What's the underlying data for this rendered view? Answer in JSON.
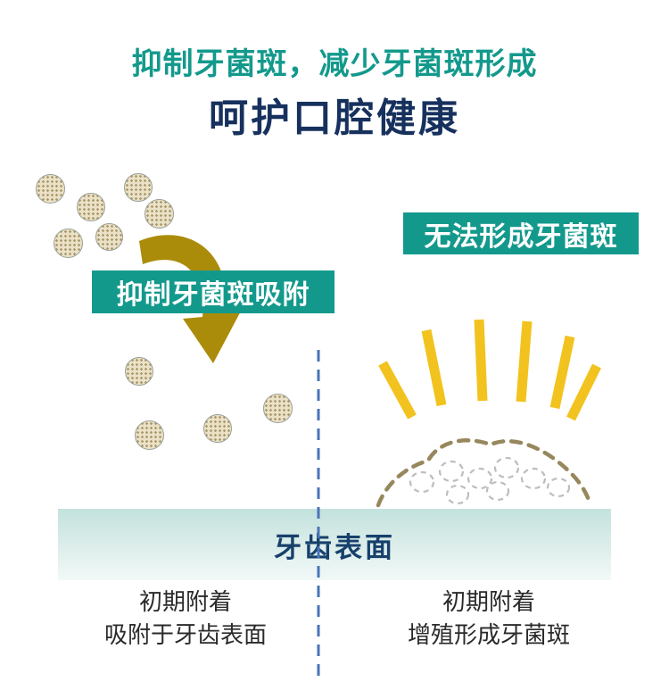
{
  "header": {
    "subtitle": "抑制牙菌斑，减少牙菌斑形成",
    "title": "呵护口腔健康"
  },
  "left_section": {
    "badge": "抑制牙菌斑吸附",
    "caption_line1": "初期附着",
    "caption_line2": "吸附于牙齿表面"
  },
  "right_section": {
    "badge": "无法形成牙菌斑",
    "caption_line1": "初期附着",
    "caption_line2": "增殖形成牙菌斑"
  },
  "surface": {
    "label": "牙齿表面"
  },
  "icons": {
    "plaque_particle": "dotted-circle",
    "curved_arrow": "thick-curved-down-arrow",
    "shine_rays": "yellow-sunburst-lines",
    "plaque_mound": "dashed-mound-outline",
    "divider": "vertical-dashed-line"
  },
  "colors": {
    "teal": "#13998c",
    "navy_title": "#17315e",
    "navy_surface_label": "#17406b",
    "arrow_gold": "#ab8c0a",
    "ray_yellow": "#f2c31e",
    "divider_blue": "#4a74b8",
    "surface_band_top": "#c3e2dd",
    "particle_fill": "#eae1c6"
  }
}
